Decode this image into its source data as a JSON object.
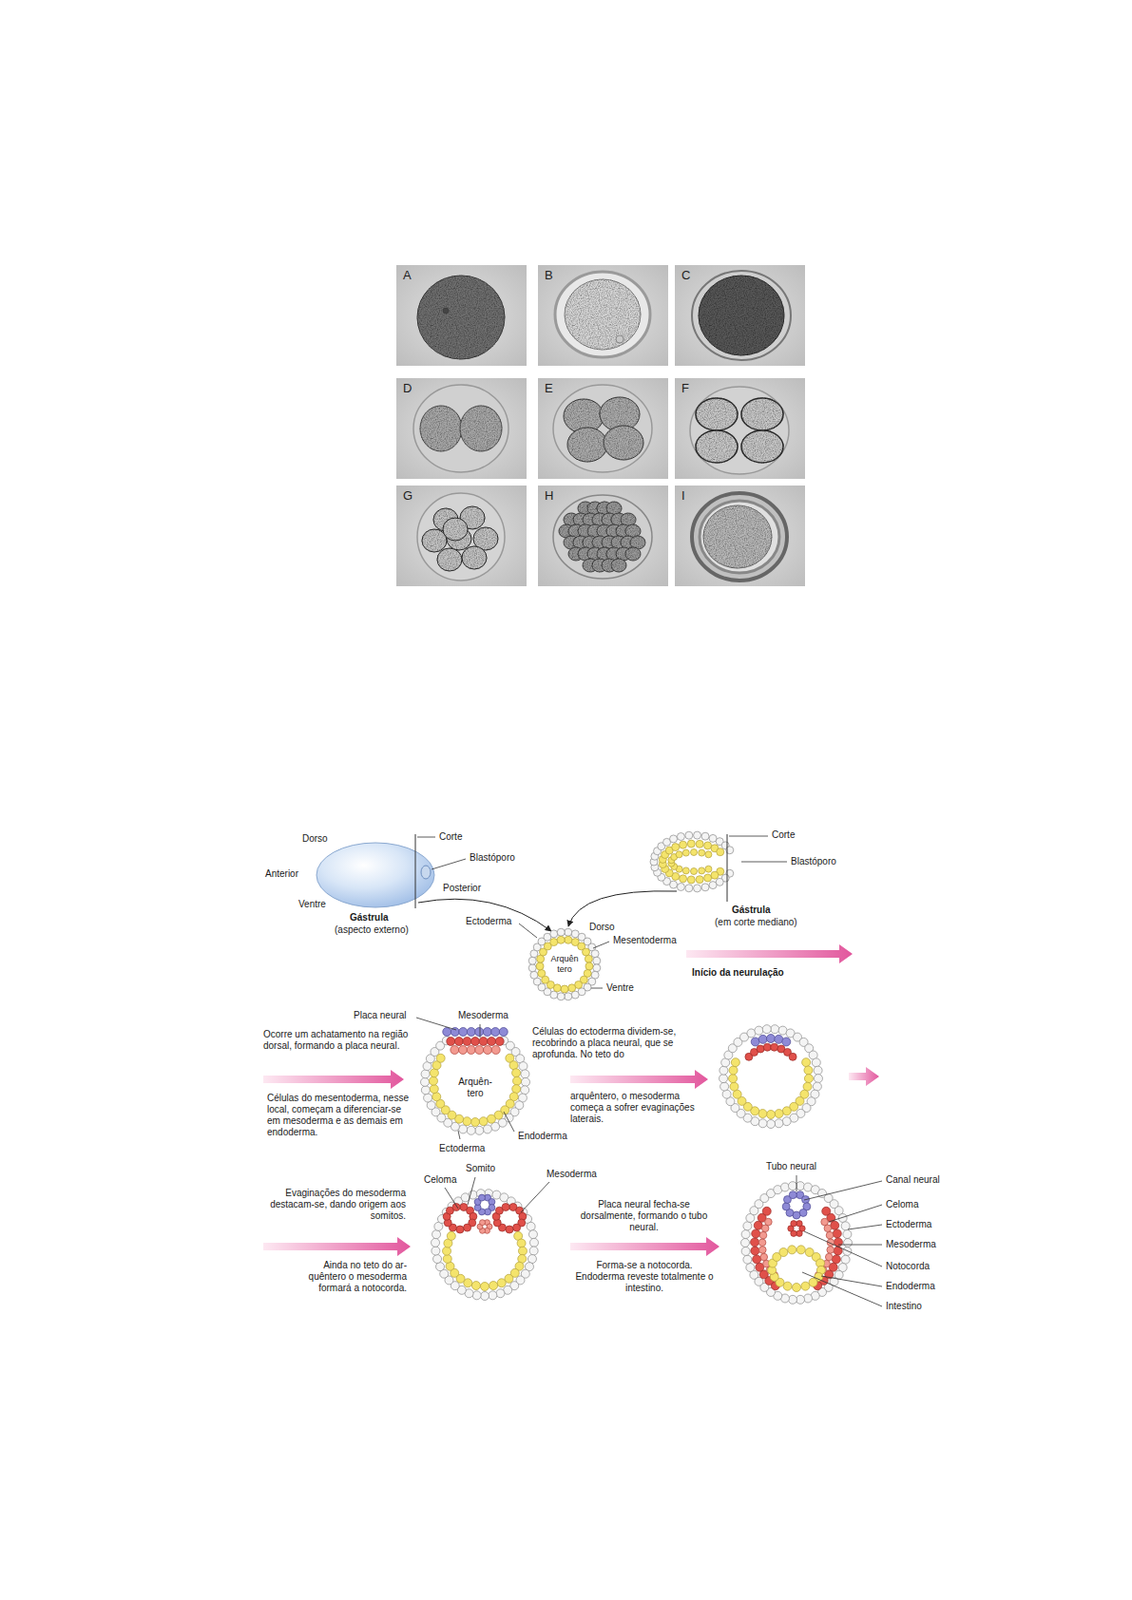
{
  "diagram": {
    "nodes": [
      {
        "text": [
          "A"
        ]
      },
      {
        "text": [
          "B"
        ]
      },
      {
        "text": [
          "C"
        ]
      },
      {
        "text": [
          "D"
        ]
      },
      {
        "text": [
          "E"
        ]
      },
      {
        "text": [
          "F"
        ]
      },
      {
        "text": [
          "G"
        ]
      },
      {
        "text": [
          "H"
        ]
      },
      {
        "text": [
          "I"
        ]
      }
    ],
    "labels": [
      "Dorso",
      "Corte",
      "Blastóporo",
      "Anterior",
      "Posterior",
      "Ventre",
      "Gástrula",
      "(aspecto externo)",
      "Corte",
      "Blastóporo",
      "Gástrula",
      "(em corte mediano)",
      "Ectoderma",
      "Dorso",
      "Mesentoderma",
      "Arquên tero",
      "Ventre",
      "Início da neurulação",
      "Placa neural",
      "Mesoderma",
      "Ocorre um achatamento na região dorsal, formando a placa neural.",
      "Células do mesentoderma, nesse local, começam a diferenciar-se em mesoderma e as demais em endoderma.",
      "Arquên- tero",
      "Endoderma",
      "Ectoderma",
      "Células do ectoderma dividem-se, recobrindo a placa neural, que se aprofunda. No teto do",
      "arquêntero, o mesoderma começa a sofrer evaginações laterais.",
      "Celoma",
      "Somito",
      "Mesoderma",
      "Evaginações do mesoderma destacam-se, dando origem aos somitos.",
      "Ainda no teto do ar- quêntero o mesoderma formará a notocorda.",
      "Placa neural fecha-se dorsalmente, formando o tubo neural.",
      "Forma-se a notocorda. Endoderma reveste totalmente o intestino.",
      "Tubo neural",
      "Canal neural",
      "Celoma",
      "Ectoderma",
      "Mesoderma",
      "Notocorda",
      "Endoderma",
      "Intestino"
    ]
  }
}
